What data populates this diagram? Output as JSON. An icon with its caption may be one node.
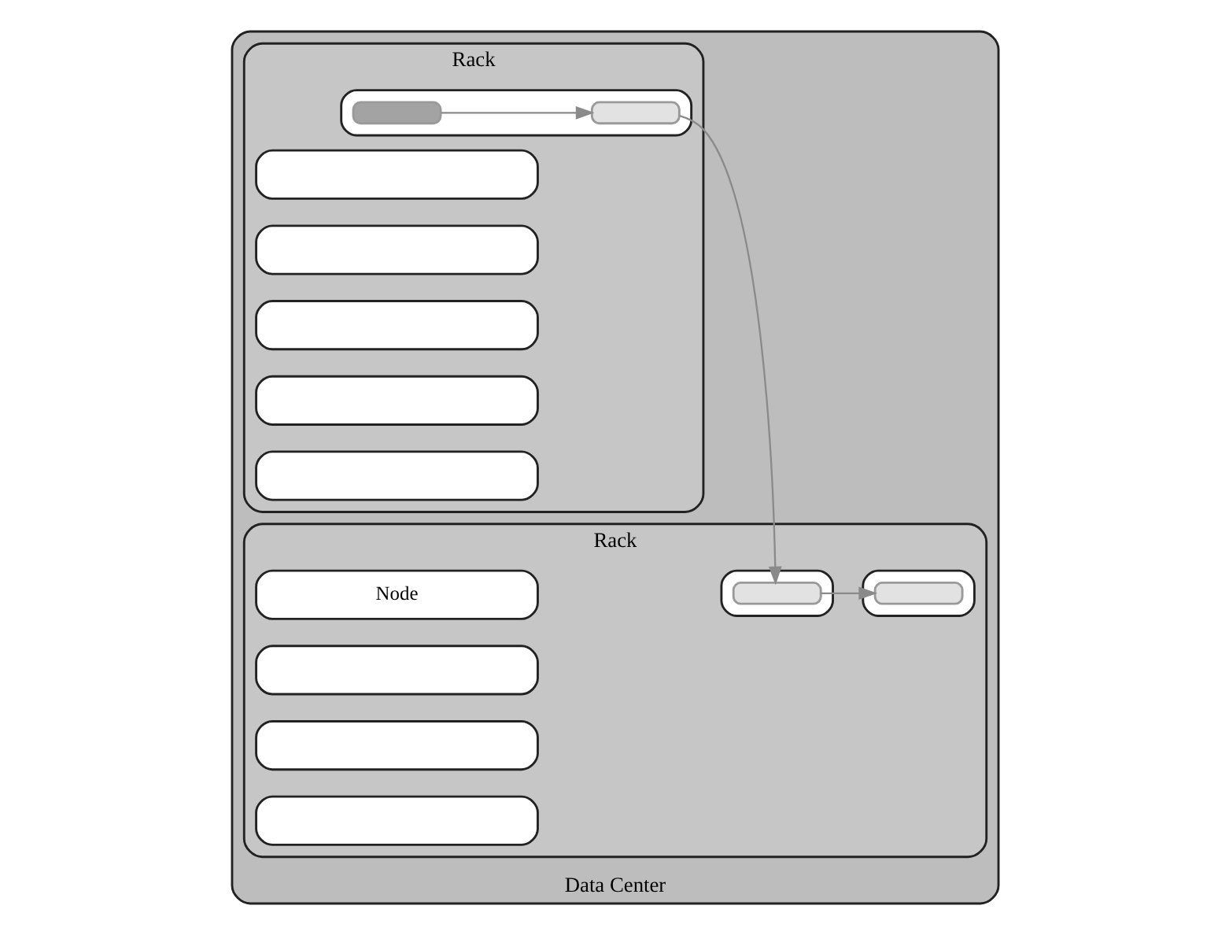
{
  "diagram": {
    "nodes": [
      {
        "text": [
          "Data Center"
        ]
      },
      {
        "text": [
          "Rack"
        ],
        "in": 0
      },
      {
        "text": [],
        "shape": "box",
        "in": 1
      },
      {
        "text": [],
        "shape": "box",
        "in": 1
      },
      {
        "text": [],
        "shape": "box",
        "in": 3
      },
      {
        "text": [],
        "shape": "box",
        "in": 3
      },
      {
        "text": [],
        "shape": "box",
        "in": 1
      },
      {
        "text": [],
        "shape": "box",
        "in": 1
      },
      {
        "text": [],
        "shape": "box",
        "in": 1
      },
      {
        "text": [],
        "shape": "box",
        "in": 1
      },
      {
        "text": [
          "Rack"
        ],
        "in": 0
      },
      {
        "text": [
          "Node"
        ],
        "in": 10
      },
      {
        "text": [],
        "shape": "box",
        "in": 10
      },
      {
        "text": [],
        "shape": "box",
        "in": 12
      },
      {
        "text": [],
        "shape": "box",
        "in": 10
      },
      {
        "text": [],
        "shape": "box",
        "in": 10
      },
      {
        "text": [],
        "shape": "box",
        "in": 10
      },
      {
        "text": [],
        "shape": "box",
        "in": 16
      },
      {
        "text": [],
        "shape": "box",
        "in": 10
      }
    ],
    "edges": [
      {
        "from": 4,
        "to": 5,
        "arrow": "to"
      },
      {
        "from": 5,
        "to": 13,
        "arrow": "to"
      },
      {
        "from": 13,
        "to": 17,
        "arrow": "to"
      }
    ]
  }
}
